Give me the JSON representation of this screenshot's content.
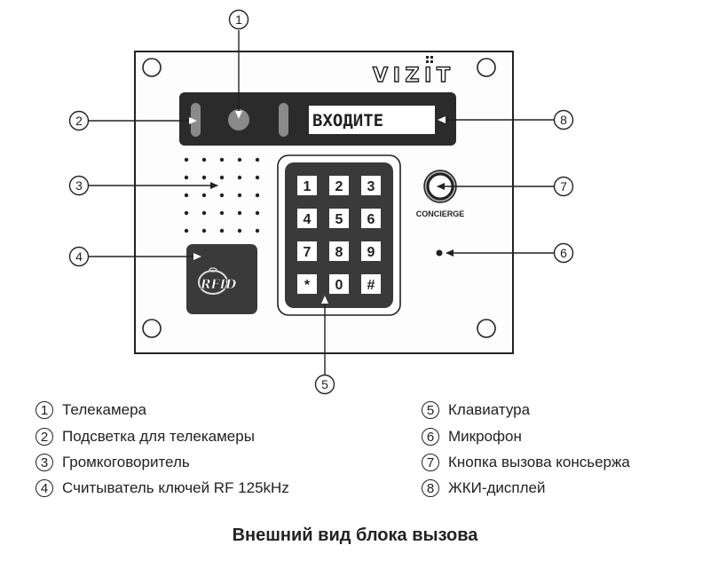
{
  "device": {
    "brand_logo": "VIZIT",
    "lcd_text": "ВХОДИТЕ",
    "concierge_label": "CONCIERGE",
    "rfid_label": "RFID",
    "keypad_keys": [
      "1",
      "2",
      "3",
      "4",
      "5",
      "6",
      "7",
      "8",
      "9",
      "*",
      "0",
      "#"
    ],
    "speaker_grid": {
      "rows": 5,
      "cols": 5
    }
  },
  "callouts": [
    "1",
    "2",
    "3",
    "4",
    "5",
    "6",
    "7",
    "8"
  ],
  "legend": {
    "left": [
      {
        "num": "1",
        "label": "Телекамера"
      },
      {
        "num": "2",
        "label": "Подсветка для телекамеры"
      },
      {
        "num": "3",
        "label": "Громкоговоритель"
      },
      {
        "num": "4",
        "label": "Считыватель ключей RF 125kHz"
      }
    ],
    "right": [
      {
        "num": "5",
        "label": "Клавиатура"
      },
      {
        "num": "6",
        "label": "Микрофон"
      },
      {
        "num": "7",
        "label": "Кнопка вызова консьержа"
      },
      {
        "num": "8",
        "label": "ЖКИ-дисплей"
      }
    ]
  },
  "caption": "Внешний вид блока вызова",
  "colors": {
    "dark_panel": "#2b2b2b",
    "keypad_body": "#3a3a3a",
    "led_gray": "#8a8a8a",
    "line": "#222222"
  }
}
